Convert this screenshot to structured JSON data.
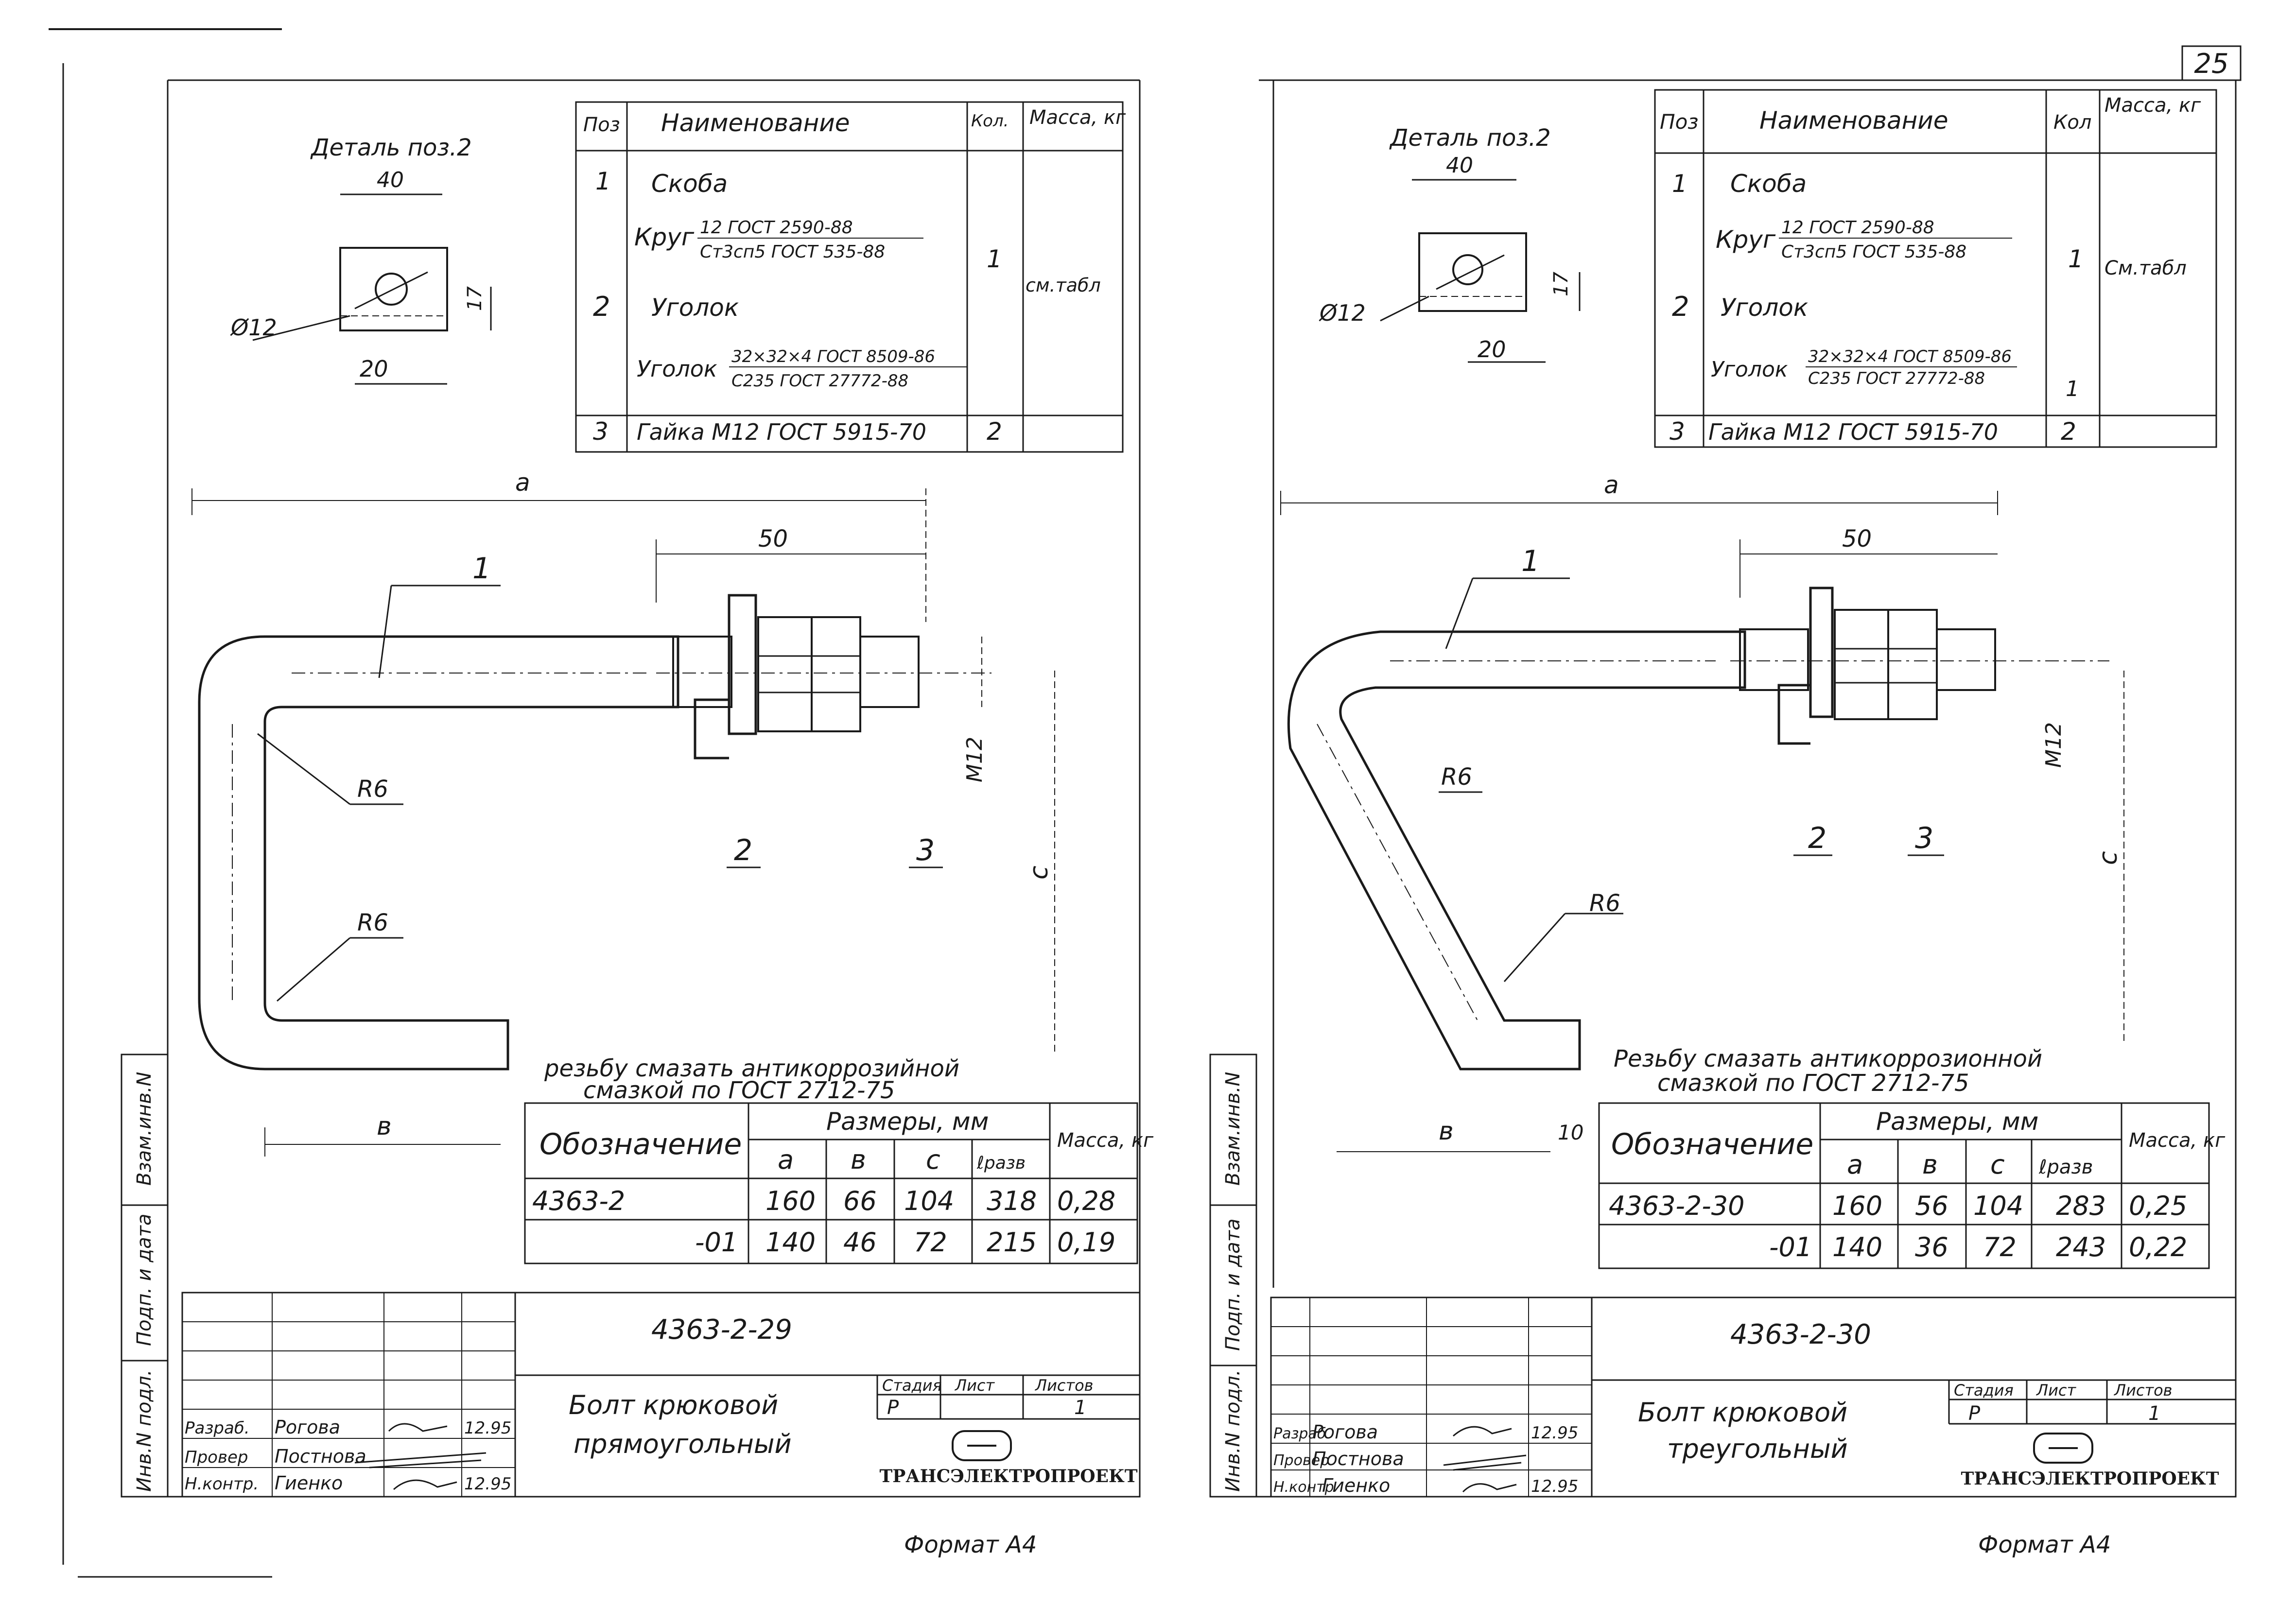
{
  "page_number": "25",
  "sheets": [
    {
      "detail_title": "Деталь поз.2",
      "detail_dims": {
        "width": "40",
        "hole": "Ø12",
        "height": "17",
        "offset": "20"
      },
      "spec": {
        "headers": {
          "pos": "Поз",
          "name": "Наименование",
          "qty": "Кол.",
          "mass": "Масса, кг"
        },
        "rows": [
          {
            "pos": "1",
            "name": "Скоба"
          },
          {
            "name_prefix": "Круг",
            "frac_top": "12 ГОСТ 2590-88",
            "frac_bottom": "Ст3сп5 ГОСТ 535-88",
            "qty": "1",
            "mass": "см.табл"
          },
          {
            "pos": "2",
            "name": "Уголок"
          },
          {
            "name_prefix": "Уголок",
            "frac_top": "32×32×4 ГОСТ 8509-86",
            "frac_bottom": "С235 ГОСТ 27772-88"
          },
          {
            "pos": "3",
            "name": "Гайка М12 ГОСТ 5915-70",
            "qty": "2"
          }
        ]
      },
      "drawing_labels": {
        "a": "a",
        "dim50": "50",
        "pos1": "1",
        "pos2": "2",
        "pos3": "3",
        "r1": "R6",
        "r2": "R6",
        "m12": "M12",
        "c": "c",
        "b": "в"
      },
      "note_line1": "резьбу смазать антикоррозийной",
      "note_line2": "смазкой по ГОСТ 2712-75",
      "size_table": {
        "header_designation": "Обозначение",
        "header_sizes": "Размеры, мм",
        "header_mass": "Масса, кг",
        "cols": [
          "a",
          "в",
          "c",
          "ℓразв"
        ],
        "rows": [
          {
            "designation": "4363-2",
            "a": "160",
            "b": "66",
            "c": "104",
            "l": "318",
            "mass": "0,28"
          },
          {
            "designation": "-01",
            "a": "140",
            "b": "46",
            "c": "72",
            "l": "215",
            "mass": "0,19"
          }
        ]
      },
      "side_labels": [
        "Взам.инв.N",
        "Подп. и дата",
        "Инв.N подл."
      ],
      "title_block": {
        "code": "4363-2-29",
        "title_line1": "Болт крюковой",
        "title_line2": "прямоугольный",
        "stage_header": "Стадия",
        "sheet_header": "Лист",
        "sheets_header": "Листов",
        "stage": "Р",
        "sheets_total": "1",
        "company": "ТРАНСЭЛЕКТРОПРОЕКТ",
        "people": [
          {
            "role": "Разраб.",
            "name": "Рогова",
            "date": "12.95"
          },
          {
            "role": "Провер",
            "name": "Постнова",
            "date": ""
          },
          {
            "role": "Н.контр.",
            "name": "Гиенко",
            "date": "12.95"
          }
        ]
      },
      "format": "Формат А4"
    },
    {
      "detail_title": "Деталь поз.2",
      "detail_dims": {
        "width": "40",
        "hole": "Ø12",
        "height": "17",
        "offset": "20"
      },
      "spec": {
        "headers": {
          "pos": "Поз",
          "name": "Наименование",
          "qty": "Кол",
          "mass": "Масса, кг"
        },
        "rows": [
          {
            "pos": "1",
            "name": "Скоба"
          },
          {
            "name_prefix": "Круг",
            "frac_top": "12 ГОСТ 2590-88",
            "frac_bottom": "Ст3сп5 ГОСТ 535-88",
            "qty": "1",
            "mass": "См.табл"
          },
          {
            "pos": "2",
            "name": "Уголок"
          },
          {
            "name_prefix": "Уголок",
            "frac_top": "32×32×4 ГОСТ 8509-86",
            "frac_bottom": "С235 ГОСТ 27772-88",
            "qty": "1"
          },
          {
            "pos": "3",
            "name": "Гайка М12 ГОСТ 5915-70",
            "qty": "2"
          }
        ]
      },
      "drawing_labels": {
        "a": "a",
        "dim50": "50",
        "pos1": "1",
        "pos2": "2",
        "pos3": "3",
        "r1": "R6",
        "r2": "R6",
        "m12": "M12",
        "c": "c",
        "b": "в",
        "dim10": "10"
      },
      "note_line1": "Резьбу смазать антикоррозионной",
      "note_line2": "смазкой по ГОСТ 2712-75",
      "size_table": {
        "header_designation": "Обозначение",
        "header_sizes": "Размеры, мм",
        "header_mass": "Масса, кг",
        "cols": [
          "a",
          "в",
          "c",
          "ℓразв"
        ],
        "rows": [
          {
            "designation": "4363-2-30",
            "a": "160",
            "b": "56",
            "c": "104",
            "l": "283",
            "mass": "0,25"
          },
          {
            "designation": "-01",
            "a": "140",
            "b": "36",
            "c": "72",
            "l": "243",
            "mass": "0,22"
          }
        ]
      },
      "side_labels": [
        "Взам.инв.N",
        "Подп. и дата",
        "Инв.N подл."
      ],
      "title_block": {
        "code": "4363-2-30",
        "title_line1": "Болт крюковой",
        "title_line2": "треугольный",
        "stage_header": "Стадия",
        "sheet_header": "Лист",
        "sheets_header": "Листов",
        "stage": "Р",
        "sheets_total": "1",
        "company": "ТРАНСЭЛЕКТРОПРОЕКТ",
        "people": [
          {
            "role": "Разраб",
            "name": "Рогова",
            "date": "12.95"
          },
          {
            "role": "Провер",
            "name": "Постнова",
            "date": ""
          },
          {
            "role": "Н.контр",
            "name": "Гиенко",
            "date": "12.95"
          }
        ]
      },
      "format": "Формат А4"
    }
  ]
}
